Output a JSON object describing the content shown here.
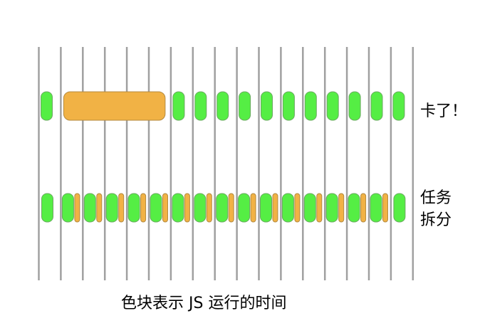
{
  "labels": {
    "row1": "卡了！",
    "row2_line1": "任务",
    "row2_line2": "拆分",
    "caption": "色块表示 JS 运行的时间"
  },
  "colors": {
    "gridline": "#a0a0a0",
    "green_fill": "#55ee44",
    "green_stroke": "#6aa860",
    "orange_fill": "#f1b245",
    "orange_stroke": "#b48a40",
    "text": "#000000"
  },
  "frame_count": 18,
  "rows": [
    {
      "name": "blocked",
      "blocks": [
        {
          "type": "green",
          "frame": 0
        },
        {
          "type": "orange-long",
          "frame_start": 1,
          "frame_end": 6
        },
        {
          "type": "green",
          "frame": 6
        },
        {
          "type": "green",
          "frame": 7
        },
        {
          "type": "green",
          "frame": 8
        },
        {
          "type": "green",
          "frame": 9
        },
        {
          "type": "green",
          "frame": 10
        },
        {
          "type": "green",
          "frame": 11
        },
        {
          "type": "green",
          "frame": 12
        },
        {
          "type": "green",
          "frame": 13
        },
        {
          "type": "green",
          "frame": 14
        },
        {
          "type": "green",
          "frame": 15
        },
        {
          "type": "green",
          "frame": 16
        }
      ]
    },
    {
      "name": "split",
      "blocks": [
        {
          "type": "green",
          "frame": 0
        },
        {
          "type": "green+orange",
          "frame": 1
        },
        {
          "type": "green+orange",
          "frame": 2
        },
        {
          "type": "green+orange",
          "frame": 3
        },
        {
          "type": "green+orange",
          "frame": 4
        },
        {
          "type": "green+orange",
          "frame": 5
        },
        {
          "type": "green+orange",
          "frame": 6
        },
        {
          "type": "green+orange",
          "frame": 7
        },
        {
          "type": "green+orange",
          "frame": 8
        },
        {
          "type": "green+orange",
          "frame": 9
        },
        {
          "type": "green+orange",
          "frame": 10
        },
        {
          "type": "green+orange",
          "frame": 11
        },
        {
          "type": "green+orange",
          "frame": 12
        },
        {
          "type": "green+orange",
          "frame": 13
        },
        {
          "type": "green+orange",
          "frame": 14
        },
        {
          "type": "green+orange",
          "frame": 15
        },
        {
          "type": "green",
          "frame": 16
        }
      ]
    }
  ]
}
